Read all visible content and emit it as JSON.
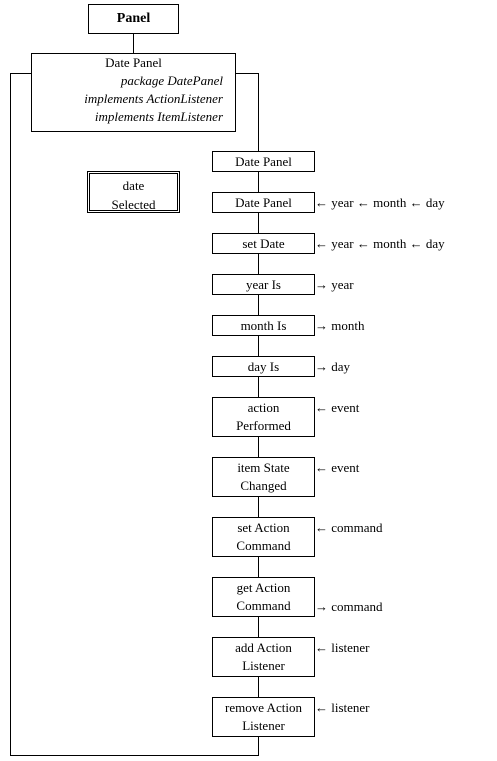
{
  "title": "Panel",
  "class_box": {
    "name": "Date Panel",
    "lines": [
      "package DatePanel",
      "implements ActionListener",
      "implements ItemListener"
    ]
  },
  "field": [
    "date",
    "Selected"
  ],
  "methods": [
    {
      "lines": [
        "Date Panel"
      ],
      "params": ""
    },
    {
      "lines": [
        "Date Panel"
      ],
      "params": "← year ← month ← day"
    },
    {
      "lines": [
        "set Date"
      ],
      "params": "← year ← month ← day"
    },
    {
      "lines": [
        "year Is"
      ],
      "params": "→ year"
    },
    {
      "lines": [
        "month Is"
      ],
      "params": "→ month"
    },
    {
      "lines": [
        "day Is"
      ],
      "params": "→ day"
    },
    {
      "lines": [
        "action",
        "Performed"
      ],
      "params": "← event"
    },
    {
      "lines": [
        "item State",
        "Changed"
      ],
      "params": "← event"
    },
    {
      "lines": [
        "set Action",
        "Command"
      ],
      "params": "← command"
    },
    {
      "lines": [
        "get Action",
        "Command"
      ],
      "params": "→ command"
    },
    {
      "lines": [
        "add Action",
        "Listener"
      ],
      "params": "← listener"
    },
    {
      "lines": [
        "remove Action",
        "Listener"
      ],
      "params": "← listener"
    }
  ]
}
